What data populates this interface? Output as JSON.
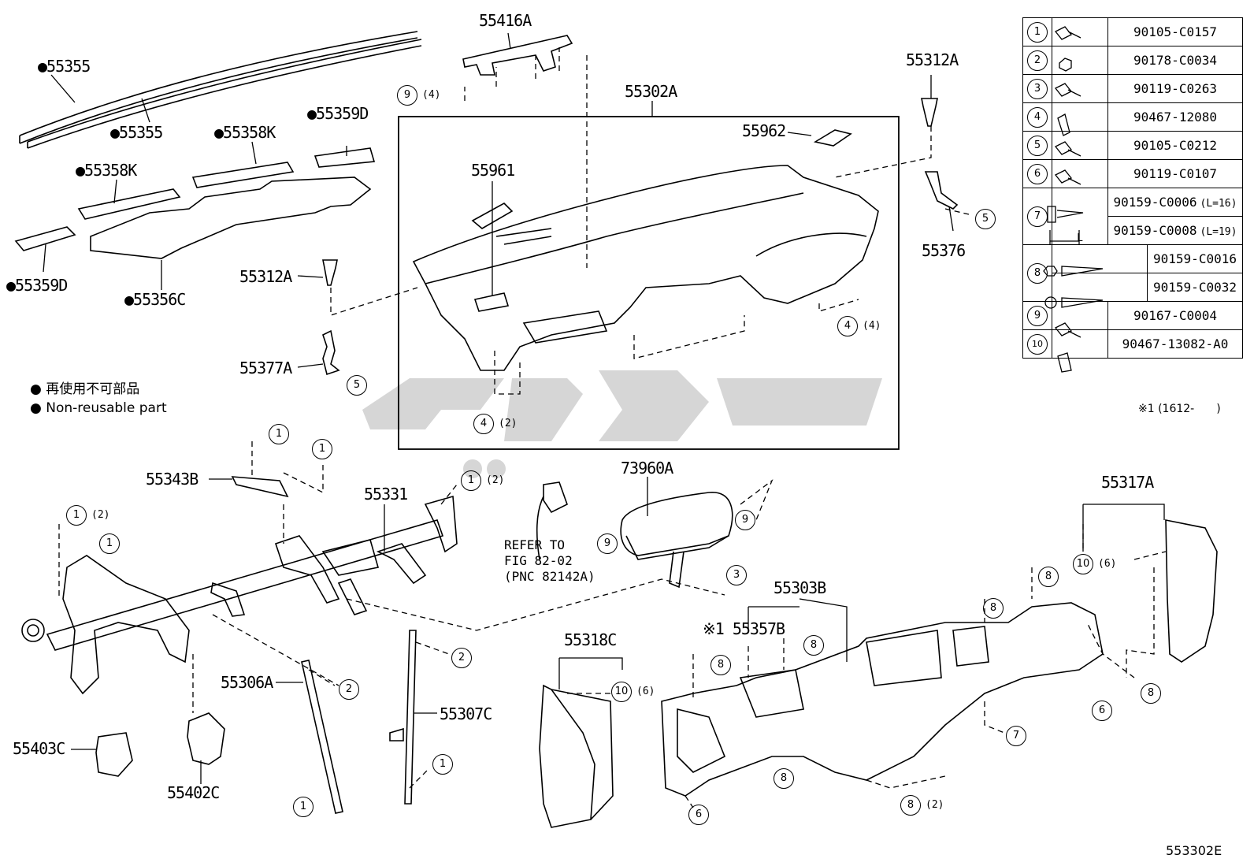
{
  "labels": {
    "p55355_a": "●55355",
    "p55355_b": "●55355",
    "p55416A": "55416A",
    "p55312A_top": "55312A",
    "p55302A": "55302A",
    "p55359D_top": "●55359D",
    "p55358K_top": "●55358K",
    "p55962": "55962",
    "p55358K_left": "●55358K",
    "p55961": "55961",
    "p55376": "55376",
    "p55359D_left": "●55359D",
    "p55356C": "●55356C",
    "p55312A_mid": "55312A",
    "p55377A": "55377A",
    "p55343B": "55343B",
    "p55331": "55331",
    "p73960A": "73960A",
    "p55317A": "55317A",
    "p55303B": "55303B",
    "p55357B": "※1 55357B",
    "p55318C": "55318C",
    "p55306A": "55306A",
    "p55307C": "55307C",
    "p55403C": "55403C",
    "p55402C": "55402C"
  },
  "legend": {
    "jp": "● 再使用不可部品",
    "en": "● Non-reusable part"
  },
  "reference_note": [
    "REFER TO",
    "FIG 82-02",
    "(PNC 82142A)"
  ],
  "footnote": "※1 (1612-　　)",
  "figure_id": "553302E",
  "callouts": {
    "c9_top": "9",
    "q9_top": "(4)",
    "c5_right": "5",
    "c5_left": "5",
    "c4_right": "4",
    "q4_right": "(4)",
    "c4_left": "4",
    "q4_left": "(2)",
    "c1_a": "1",
    "c1_b": "1",
    "c1_c": "1",
    "c1_d": "1",
    "q1_d": "(2)",
    "c1_e": "1",
    "q1_e": "(2)",
    "c9_bag_r": "9",
    "c9_bag_l": "9",
    "c3": "3",
    "c10_right": "10",
    "q10_right": "(6)",
    "c8_a": "8",
    "c8_b": "8",
    "c8_c": "8",
    "c8_d": "8",
    "c8_e": "8",
    "c8_f": "8",
    "c8_g": "8",
    "q8_g": "(2)",
    "c6_right": "6",
    "c6_bottom": "6",
    "c7": "7",
    "c10_mid": "10",
    "q10_mid": "(6)",
    "c2_a": "2",
    "c2_b": "2",
    "c1_f": "1",
    "c1_g": "1"
  },
  "fastener_table": [
    {
      "num": "1",
      "icon": "bolt-icon",
      "part": "90105-C0157"
    },
    {
      "num": "2",
      "icon": "nut-icon",
      "part": "90178-C0034"
    },
    {
      "num": "3",
      "icon": "bolt-icon",
      "part": "90119-C0263"
    },
    {
      "num": "4",
      "icon": "clip-icon",
      "part": "90467-12080"
    },
    {
      "num": "5",
      "icon": "bolt-icon",
      "part": "90105-C0212"
    },
    {
      "num": "6",
      "icon": "bolt-icon",
      "part": "90119-C0107"
    },
    {
      "num": "7",
      "icon": "screw-icon",
      "part_a": "90159-C0006",
      "len_a": "(L=16)",
      "part_b": "90159-C0008",
      "len_b": "(L=19)",
      "dim": "L"
    },
    {
      "num": "8",
      "icon": "screw-icon",
      "part_a": "90159-C0016",
      "part_b": "90159-C0032"
    },
    {
      "num": "9",
      "icon": "bolt-icon",
      "part": "90167-C0004"
    },
    {
      "num": "10",
      "icon": "clip-icon",
      "part": "90467-13082-A0"
    }
  ]
}
